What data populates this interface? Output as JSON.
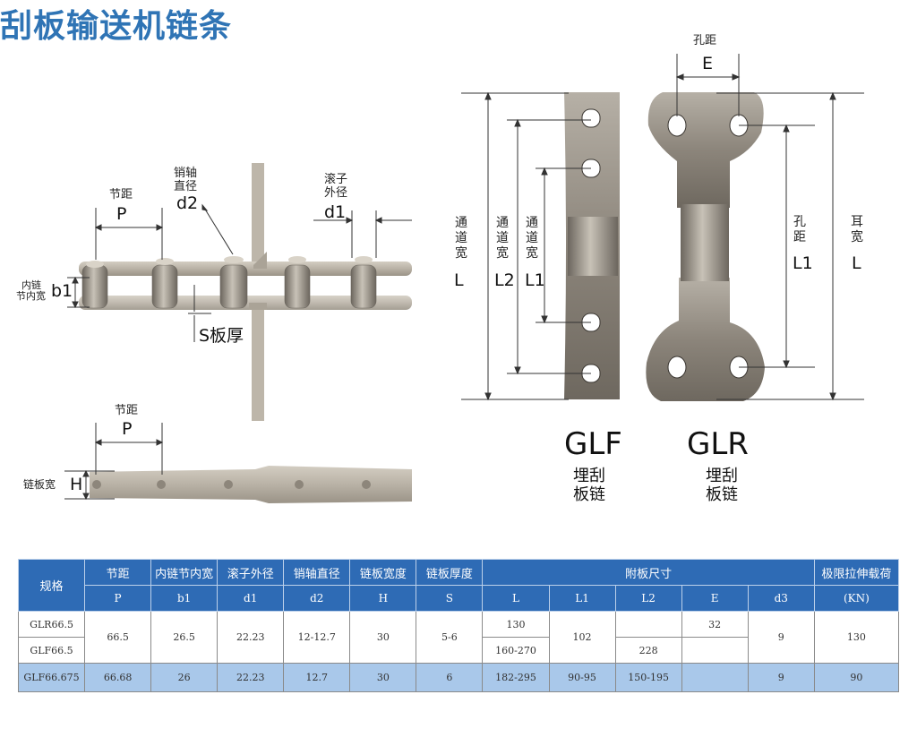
{
  "title": "刮板输送机链条",
  "left_diagram": {
    "pitch_label": "节距",
    "pitch_symbol": "P",
    "pin_label_1": "销轴",
    "pin_label_2": "直径",
    "pin_symbol": "d2",
    "roller_label_1": "滚子",
    "roller_label_2": "外径",
    "roller_symbol": "d1",
    "inner_label_1": "内链",
    "inner_label_2": "节内宽",
    "inner_symbol": "b1",
    "plate_thickness": "S板厚",
    "pitch_label_2": "节距",
    "pitch_symbol_2": "P",
    "plate_width_label": "链板宽",
    "plate_width_symbol": "H"
  },
  "right_diagram": {
    "hole_spacing_label": "孔距",
    "hole_spacing_symbol": "E",
    "channel_width_label": "通道宽",
    "channel_L": "L",
    "channel_L2": "L2",
    "channel_L1": "L1",
    "hole_label": "孔距",
    "hole_L1": "L1",
    "ear_label": "耳宽",
    "ear_L": "L",
    "model_glf": "GLF",
    "model_glf_sub1": "埋刮",
    "model_glf_sub2": "板链",
    "model_glr": "GLR",
    "model_glr_sub1": "埋刮",
    "model_glr_sub2": "板链"
  },
  "table": {
    "head": [
      "规格",
      "节距",
      "内链节内宽",
      "滚子外径",
      "销轴直径",
      "链板宽度",
      "链板厚度",
      "附板尺寸",
      "极限拉伸载荷"
    ],
    "sub": [
      "P",
      "b1",
      "d1",
      "d2",
      "H",
      "S",
      "L",
      "L1",
      "L2",
      "E",
      "d3",
      "(KN)"
    ],
    "rows": [
      {
        "spec": "GLR66.5",
        "P": "66.5",
        "b1": "26.5",
        "d1": "22.23",
        "d2": "12-12.7",
        "H": "30",
        "S": "5-6",
        "L": "130",
        "L1": "102",
        "L2": "",
        "E": "32",
        "d3": "9",
        "KN": "130"
      },
      {
        "spec": "GLF66.5",
        "L": "160-270",
        "L2": "228",
        "E": ""
      },
      {
        "spec": "GLF66.675",
        "P": "66.68",
        "b1": "26",
        "d1": "22.23",
        "d2": "12.7",
        "H": "30",
        "S": "6",
        "L": "182-295",
        "L1": "90-95",
        "L2": "150-195",
        "E": "",
        "d3": "9",
        "KN": "90"
      }
    ]
  },
  "colors": {
    "title": "#2f74b5",
    "header_bg": "#2e6bb5",
    "highlight_row": "#a9c8ea",
    "metal": "#8b8378"
  }
}
